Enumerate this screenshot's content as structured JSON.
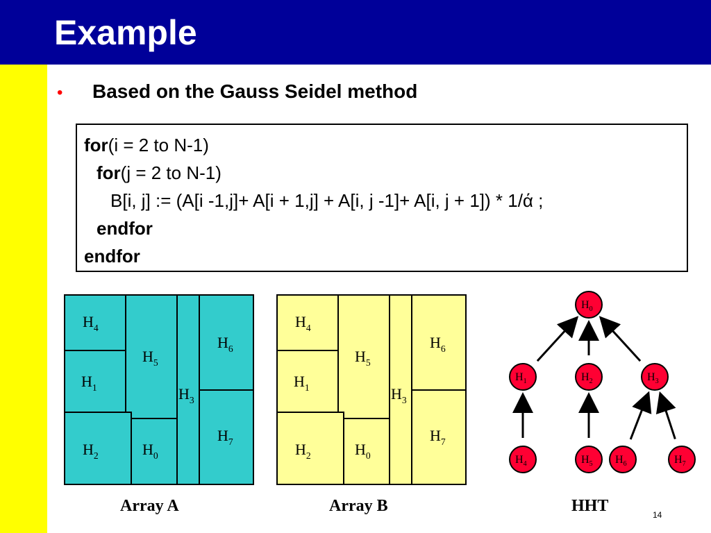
{
  "slide": {
    "title": "Example",
    "bullet_marker": "•",
    "bullet_text": "Based on the Gauss Seidel method",
    "page_number": "14"
  },
  "colors": {
    "header_bar": "#000099",
    "side_bar": "#ffff00",
    "array_a_fill": "#33cccc",
    "array_b_fill": "#ffff99",
    "tree_node_fill": "#ff0033",
    "bullet": "#ff0000"
  },
  "code": {
    "line1_kw": "for",
    "line1_rest": "(i = 2 to N-1)",
    "line2_kw": "for",
    "line2_rest": "(j = 2 to N-1)",
    "line3": "B[i, j] := (A[i -1,j]+ A[i + 1,j] + A[i, j -1]+ A[i, j + 1]) * 1/ά ;",
    "line4_kw": "endfor",
    "line5_kw": "endfor"
  },
  "arrays": {
    "base_letter": "H",
    "cells": [
      {
        "sub": "4"
      },
      {
        "sub": "5"
      },
      {
        "sub": "3"
      },
      {
        "sub": "6"
      },
      {
        "sub": "1"
      },
      {
        "sub": "7"
      },
      {
        "sub": "2"
      },
      {
        "sub": "0"
      }
    ],
    "array_a_caption": "Array A",
    "array_b_caption": "Array B"
  },
  "tree": {
    "caption": "HHT",
    "root": {
      "sub": "0"
    },
    "level1": [
      {
        "sub": "1"
      },
      {
        "sub": "2"
      },
      {
        "sub": "3"
      }
    ],
    "level2": [
      {
        "sub": "4"
      },
      {
        "sub": "5"
      },
      {
        "sub": "6"
      },
      {
        "sub": "7"
      }
    ]
  }
}
